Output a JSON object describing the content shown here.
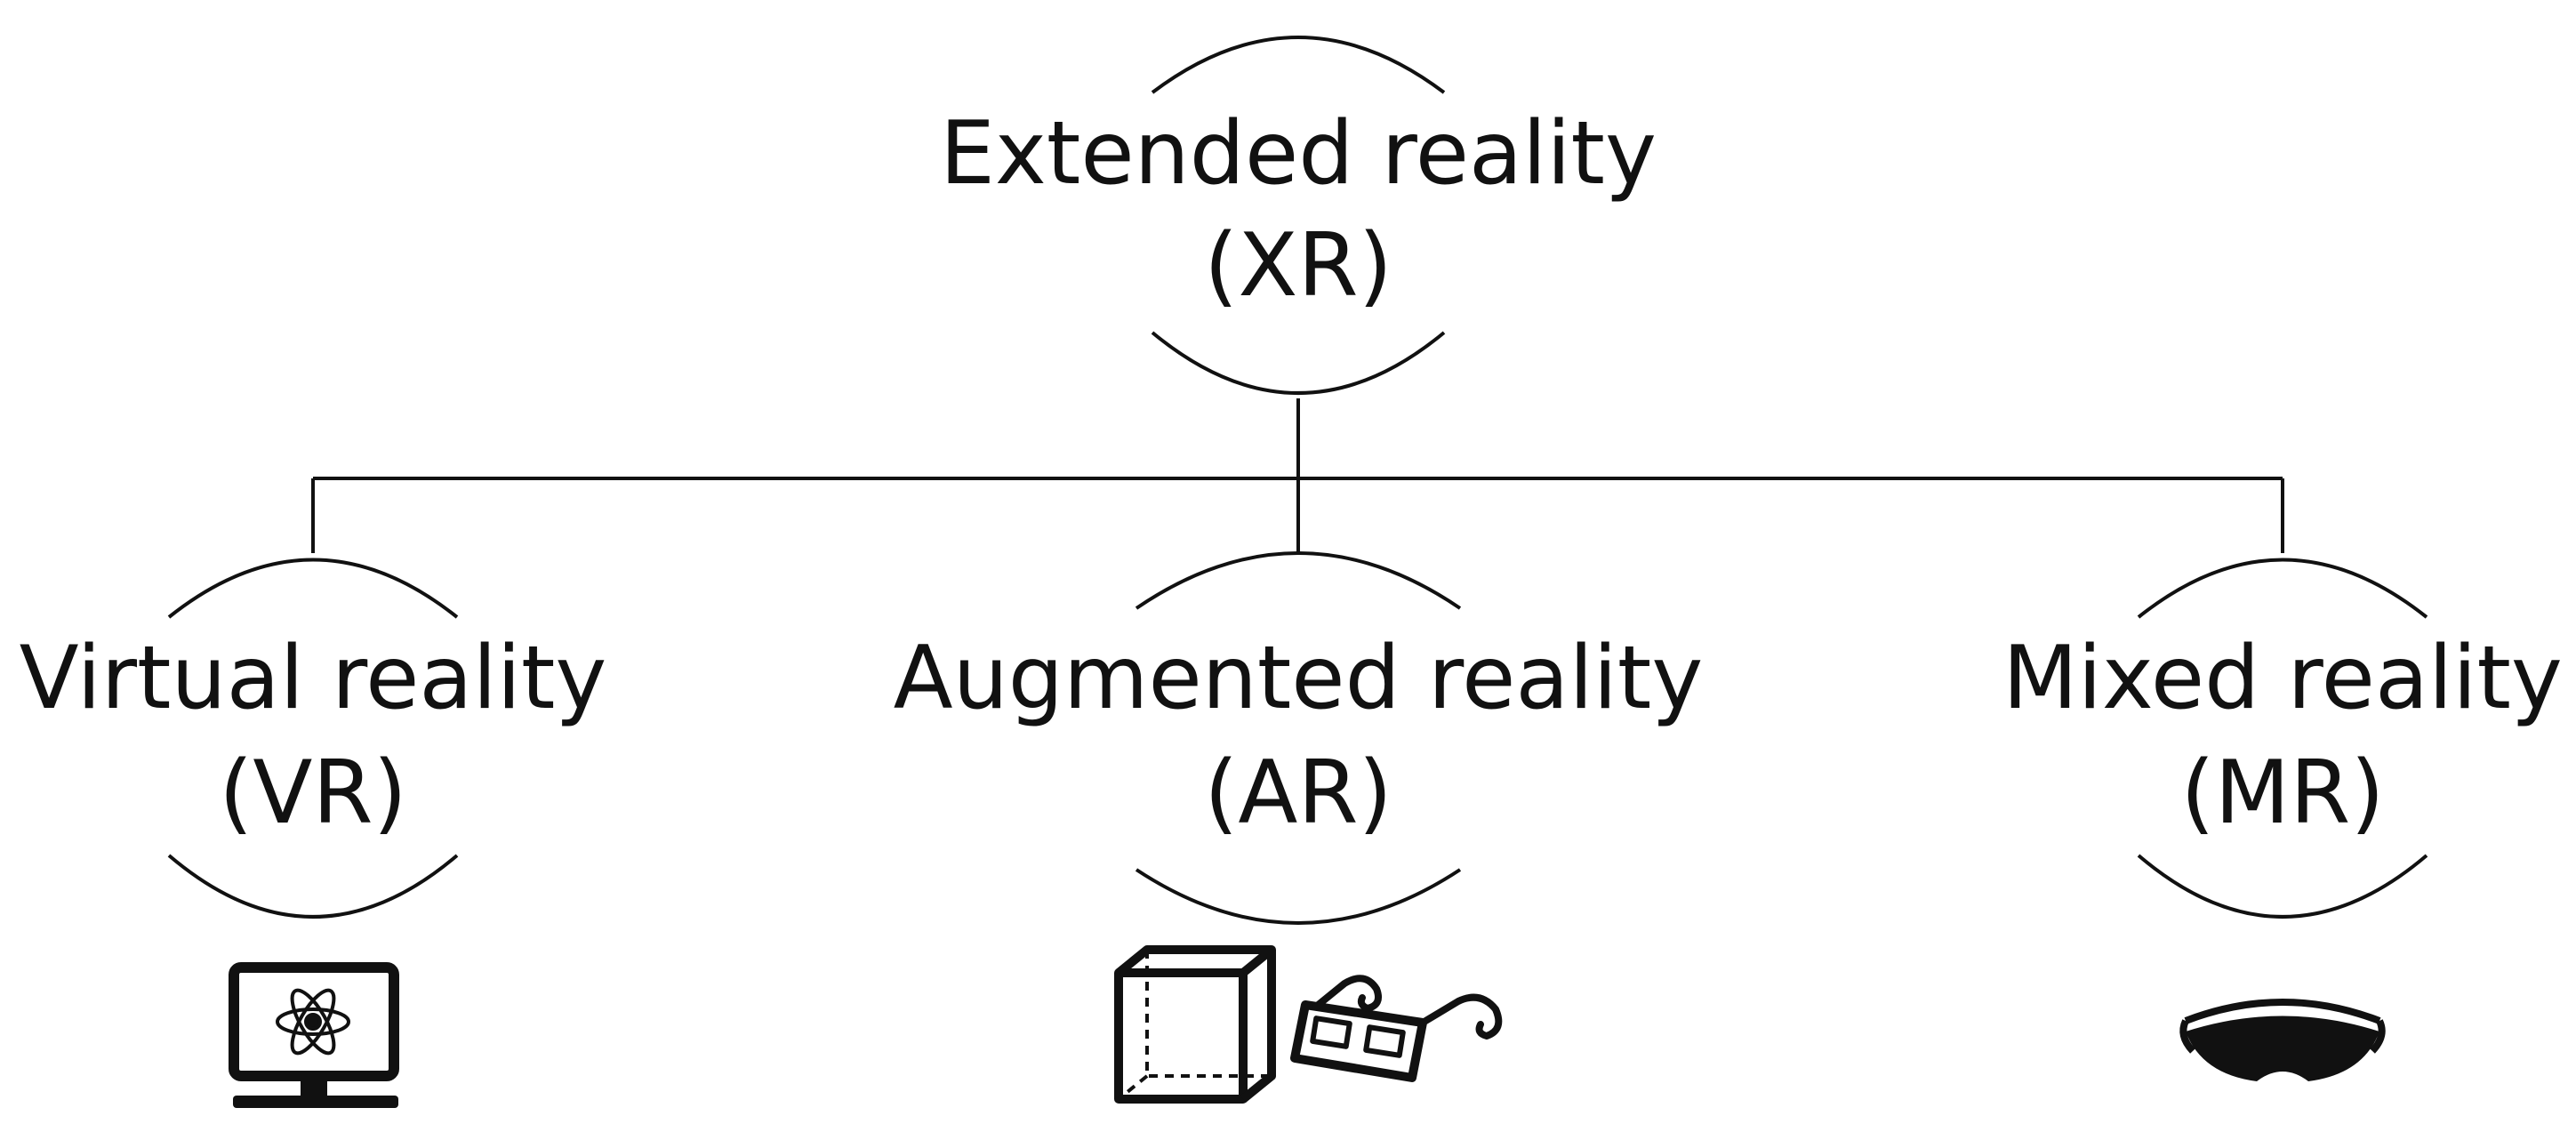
{
  "root": {
    "title": "Extended reality",
    "abbr": "(XR)"
  },
  "children": [
    {
      "id": "vr",
      "title": "Virtual reality",
      "abbr": "(VR)",
      "icon": "monitor-atom-icon"
    },
    {
      "id": "ar",
      "title": "Augmented reality",
      "abbr": "(AR)",
      "icon": "box-and-3d-glasses-icon"
    },
    {
      "id": "mr",
      "title": "Mixed reality",
      "abbr": "(MR)",
      "icon": "mixed-reality-headset-icon"
    }
  ],
  "colors": {
    "stroke": "#111111",
    "background": "#ffffff"
  }
}
